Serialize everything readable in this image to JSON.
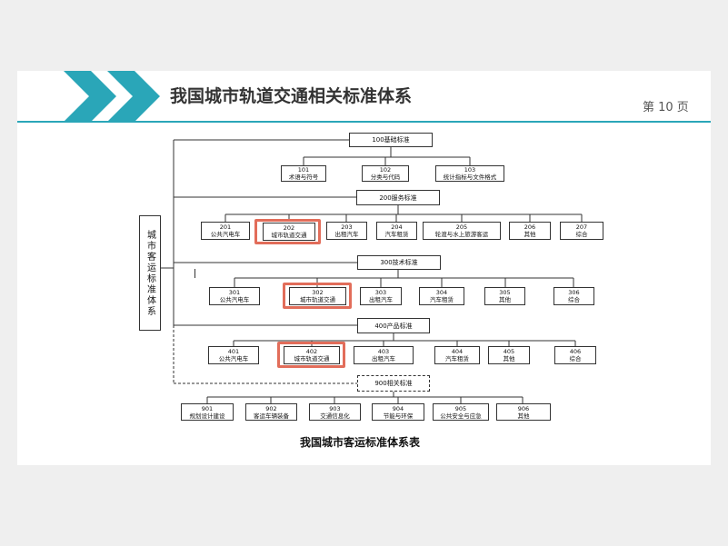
{
  "header": {
    "title": "我国城市轨道交通相关标准体系",
    "page_label": "第 10 页"
  },
  "diagram": {
    "side_label": "城市客运标准体系",
    "caption": "我国城市客运标准体系表",
    "categories": [
      {
        "id": "c100",
        "label": "100基础标准"
      },
      {
        "id": "c200",
        "label": "200服务标准"
      },
      {
        "id": "c300",
        "label": "300技术标准"
      },
      {
        "id": "c400",
        "label": "400产品标准"
      },
      {
        "id": "c900",
        "label": "900相关标准"
      }
    ],
    "items": [
      {
        "code": "101",
        "name": "术语与符号"
      },
      {
        "code": "102",
        "name": "分类与代码"
      },
      {
        "code": "103",
        "name": "统计指标与文件格式"
      },
      {
        "code": "201",
        "name": "公共汽电车"
      },
      {
        "code": "202",
        "name": "城市轨道交通"
      },
      {
        "code": "203",
        "name": "出租汽车"
      },
      {
        "code": "204",
        "name": "汽车租赁"
      },
      {
        "code": "205",
        "name": "轮渡与水上旅游客运"
      },
      {
        "code": "206",
        "name": "其他"
      },
      {
        "code": "207",
        "name": "综合"
      },
      {
        "code": "301",
        "name": "公共汽电车"
      },
      {
        "code": "302",
        "name": "城市轨道交通"
      },
      {
        "code": "303",
        "name": "出租汽车"
      },
      {
        "code": "304",
        "name": "汽车租赁"
      },
      {
        "code": "305",
        "name": "其他"
      },
      {
        "code": "306",
        "name": "综合"
      },
      {
        "code": "401",
        "name": "公共汽电车"
      },
      {
        "code": "402",
        "name": "城市轨道交通"
      },
      {
        "code": "403",
        "name": "出租汽车"
      },
      {
        "code": "404",
        "name": "汽车租赁"
      },
      {
        "code": "405",
        "name": "其他"
      },
      {
        "code": "406",
        "name": "综合"
      },
      {
        "code": "901",
        "name": "规划设计建设"
      },
      {
        "code": "902",
        "name": "客运车辆装备"
      },
      {
        "code": "903",
        "name": "交通信息化"
      },
      {
        "code": "904",
        "name": "节能与环保"
      },
      {
        "code": "905",
        "name": "公共安全与应急"
      },
      {
        "code": "906",
        "name": "其他"
      }
    ],
    "highlighted": [
      "202",
      "302",
      "402"
    ],
    "colors": {
      "accent": "#2aa6b8",
      "highlight": "#e26d5a"
    }
  }
}
